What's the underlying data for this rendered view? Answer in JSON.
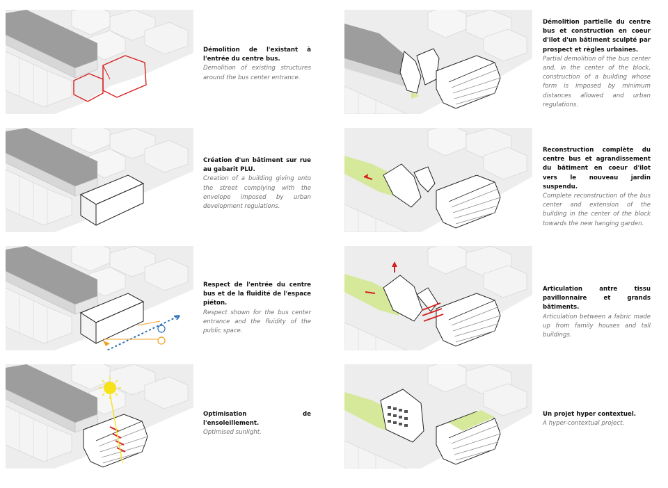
{
  "steps": [
    {
      "fr": "Démolition de l'existant à l'entrée du centre bus.",
      "en": "Demolition of existing structures around the bus center entrance."
    },
    {
      "fr": "Création d'un bâtiment sur  rue au gabarit PLU.",
      "en": "Creation of a building giving onto the street complying with the envelope imposed by urban development regulations."
    },
    {
      "fr": "Respect de l'entrée du centre bus et de la fluidité de l'espace piéton.",
      "en": "Respect shown for the bus center entrance and the fluidity of the public space."
    },
    {
      "fr": "Optimisation de l'ensoleillement.",
      "en": "Optimised sunlight."
    },
    {
      "fr": "Démolition partielle du centre bus et construction en coeur d'ilot d'un bâtiment sculpté par prospect et règles urbaines.",
      "en": "Partial demolition of the bus center and, in the center of the block, construction of a building whose form is imposed by minimum distances allowed and urban regulations."
    },
    {
      "fr": "Reconstruction complète du centre bus et agrandissement du bâtiment en coeur d'ilot vers le nouveau jardin suspendu.",
      "en": "Complete reconstruction of the bus center and extension of the building in the center of the block towards the new hanging garden."
    },
    {
      "fr": "Articulation antre tissu pavillonnaire et grands bâtiments.",
      "en": "Articulation between a fabric made up from family houses and tall buildings."
    },
    {
      "fr": "Un projet hyper contextuel.",
      "en": "A hyper-contextual project."
    }
  ],
  "colors": {
    "panel_bg": "#ededed",
    "block": "#d7d7d7",
    "roof": "#9d9d9d",
    "demolition": "#d42020",
    "garden": "#d6e89a",
    "arrow_blue": "#2a6fb8",
    "arrow_orange": "#f0a020",
    "sun": "#f7e21a"
  }
}
